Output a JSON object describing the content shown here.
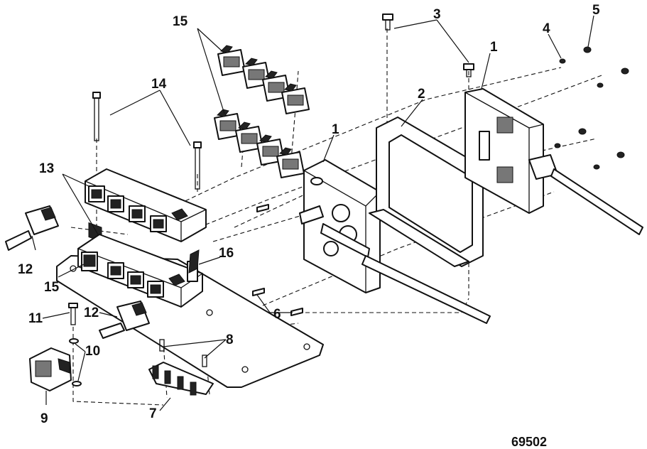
{
  "figure_number": "69502",
  "callouts": [
    {
      "id": "c1a",
      "number": "1"
    },
    {
      "id": "c1b",
      "number": "1"
    },
    {
      "id": "c2",
      "number": "2"
    },
    {
      "id": "c3",
      "number": "3"
    },
    {
      "id": "c4",
      "number": "4"
    },
    {
      "id": "c5",
      "number": "5"
    },
    {
      "id": "c6",
      "number": "6"
    },
    {
      "id": "c7",
      "number": "7"
    },
    {
      "id": "c8",
      "number": "8"
    },
    {
      "id": "c9",
      "number": "9"
    },
    {
      "id": "c10",
      "number": "10"
    },
    {
      "id": "c11",
      "number": "11"
    },
    {
      "id": "c12a",
      "number": "12"
    },
    {
      "id": "c12b",
      "number": "12"
    },
    {
      "id": "c13",
      "number": "13"
    },
    {
      "id": "c14",
      "number": "14"
    },
    {
      "id": "c15a",
      "number": "15"
    },
    {
      "id": "c15b",
      "number": "15"
    },
    {
      "id": "c16",
      "number": "16"
    }
  ]
}
